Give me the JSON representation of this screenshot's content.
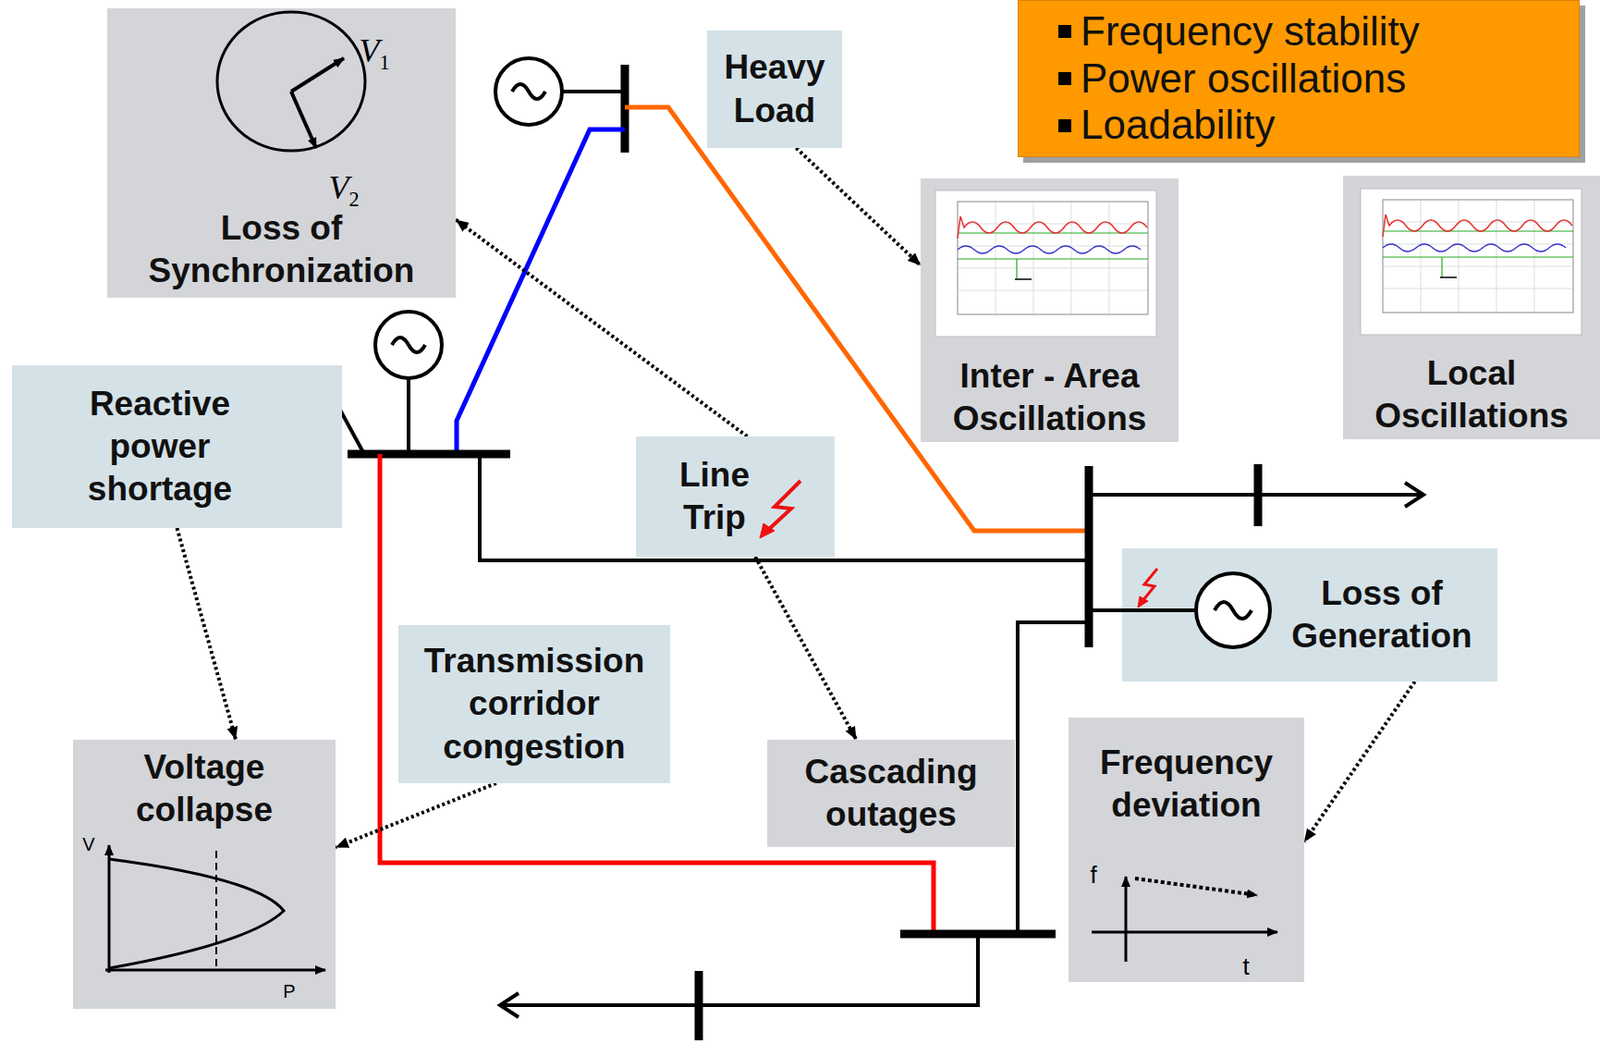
{
  "diagram": {
    "nodes": [
      {
        "text": [
          "Frequency stability",
          "Power oscillations",
          "Loadability"
        ]
      },
      {
        "text": [
          "Loss of Synchronization"
        ]
      },
      {
        "text": [
          "Heavy Load"
        ]
      },
      {
        "text": [
          "Inter - Area Oscillations"
        ]
      },
      {
        "text": [
          "Local Oscillations"
        ]
      },
      {
        "text": [
          "Reactive power shortage"
        ]
      },
      {
        "text": [
          "Line Trip"
        ]
      },
      {
        "text": [
          "Loss of Generation"
        ]
      },
      {
        "text": [
          "Transmission corridor congestion"
        ]
      },
      {
        "text": [
          "Voltage collapse"
        ]
      },
      {
        "text": [
          "Cascading outages"
        ]
      },
      {
        "text": [
          "Frequency deviation"
        ]
      }
    ],
    "edges": [
      {
        "from": 2,
        "to": 3,
        "arrow": "to"
      },
      {
        "from": 6,
        "to": 1,
        "arrow": "to"
      },
      {
        "from": 6,
        "to": 10,
        "arrow": "to"
      },
      {
        "from": 5,
        "to": 9,
        "arrow": "to"
      },
      {
        "from": 8,
        "to": 9,
        "arrow": "to"
      },
      {
        "from": 7,
        "to": 11,
        "arrow": "to"
      }
    ],
    "labels": [
      "V1",
      "V2",
      "V",
      "P",
      "f",
      "t"
    ]
  }
}
